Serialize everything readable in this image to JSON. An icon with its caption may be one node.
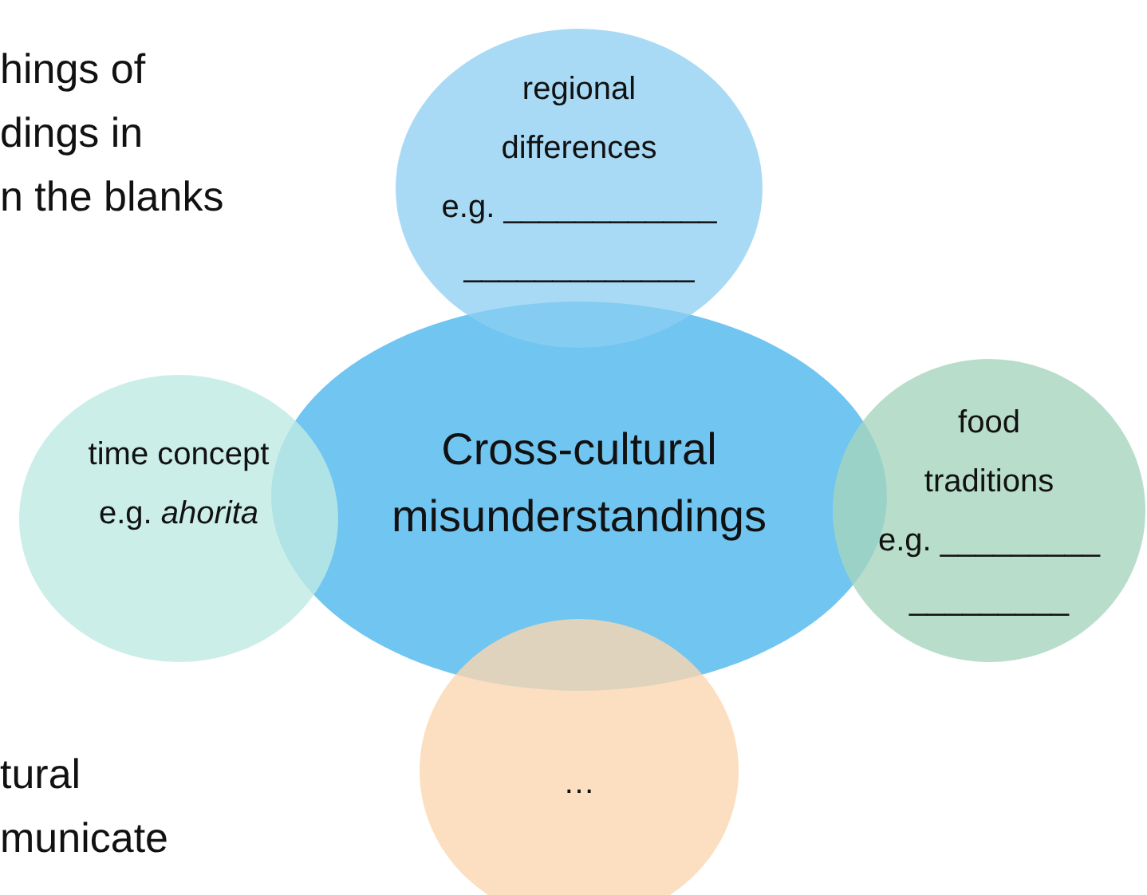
{
  "diagram": {
    "nodes": [
      {
        "text": [
          "Cross-cultural misunderstandings"
        ]
      },
      {
        "text": [
          "regional differences",
          "e.g. ____________ _____________"
        ]
      },
      {
        "text": [
          "time concept",
          "e.g. *ahorita*"
        ]
      },
      {
        "text": [
          "food traditions",
          "e.g. _________ _________"
        ]
      },
      {
        "text": [
          "…"
        ]
      }
    ],
    "edges": [],
    "labels": [
      "hings of",
      "dings in",
      "n the blanks",
      "tural",
      "municate"
    ]
  }
}
